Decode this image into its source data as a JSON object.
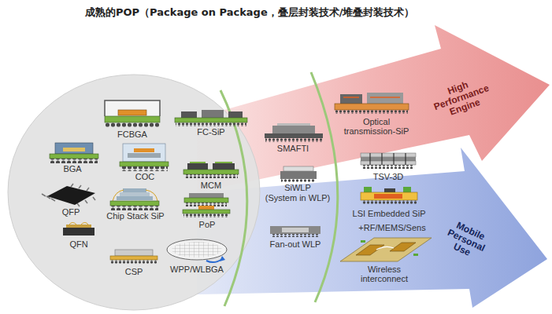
{
  "diagram": {
    "title": "成熟的POP（Package on Package，叠层封装技术/堆叠封装技术）",
    "nodes": [
      {
        "text": [
          "High Performance Engine"
        ]
      },
      {
        "text": [
          "Mobile Personal Use"
        ]
      }
    ],
    "labels": [
      "FCBGA",
      "FC-SiP",
      "BGA",
      "COC",
      "MCM",
      "QFP",
      "Chip Stack SiP",
      "PoP",
      "QFN",
      "CSP",
      "WPP/WLBGA",
      "SMAFTI",
      "SiWLP",
      "(System in WLP)",
      "Fan-out WLP",
      "Optical",
      "transmission-SiP",
      "TSV-3D",
      "LSI Embedded SiP",
      "+RF/MEMS/Sens",
      "Wireless",
      "interconnect"
    ]
  }
}
